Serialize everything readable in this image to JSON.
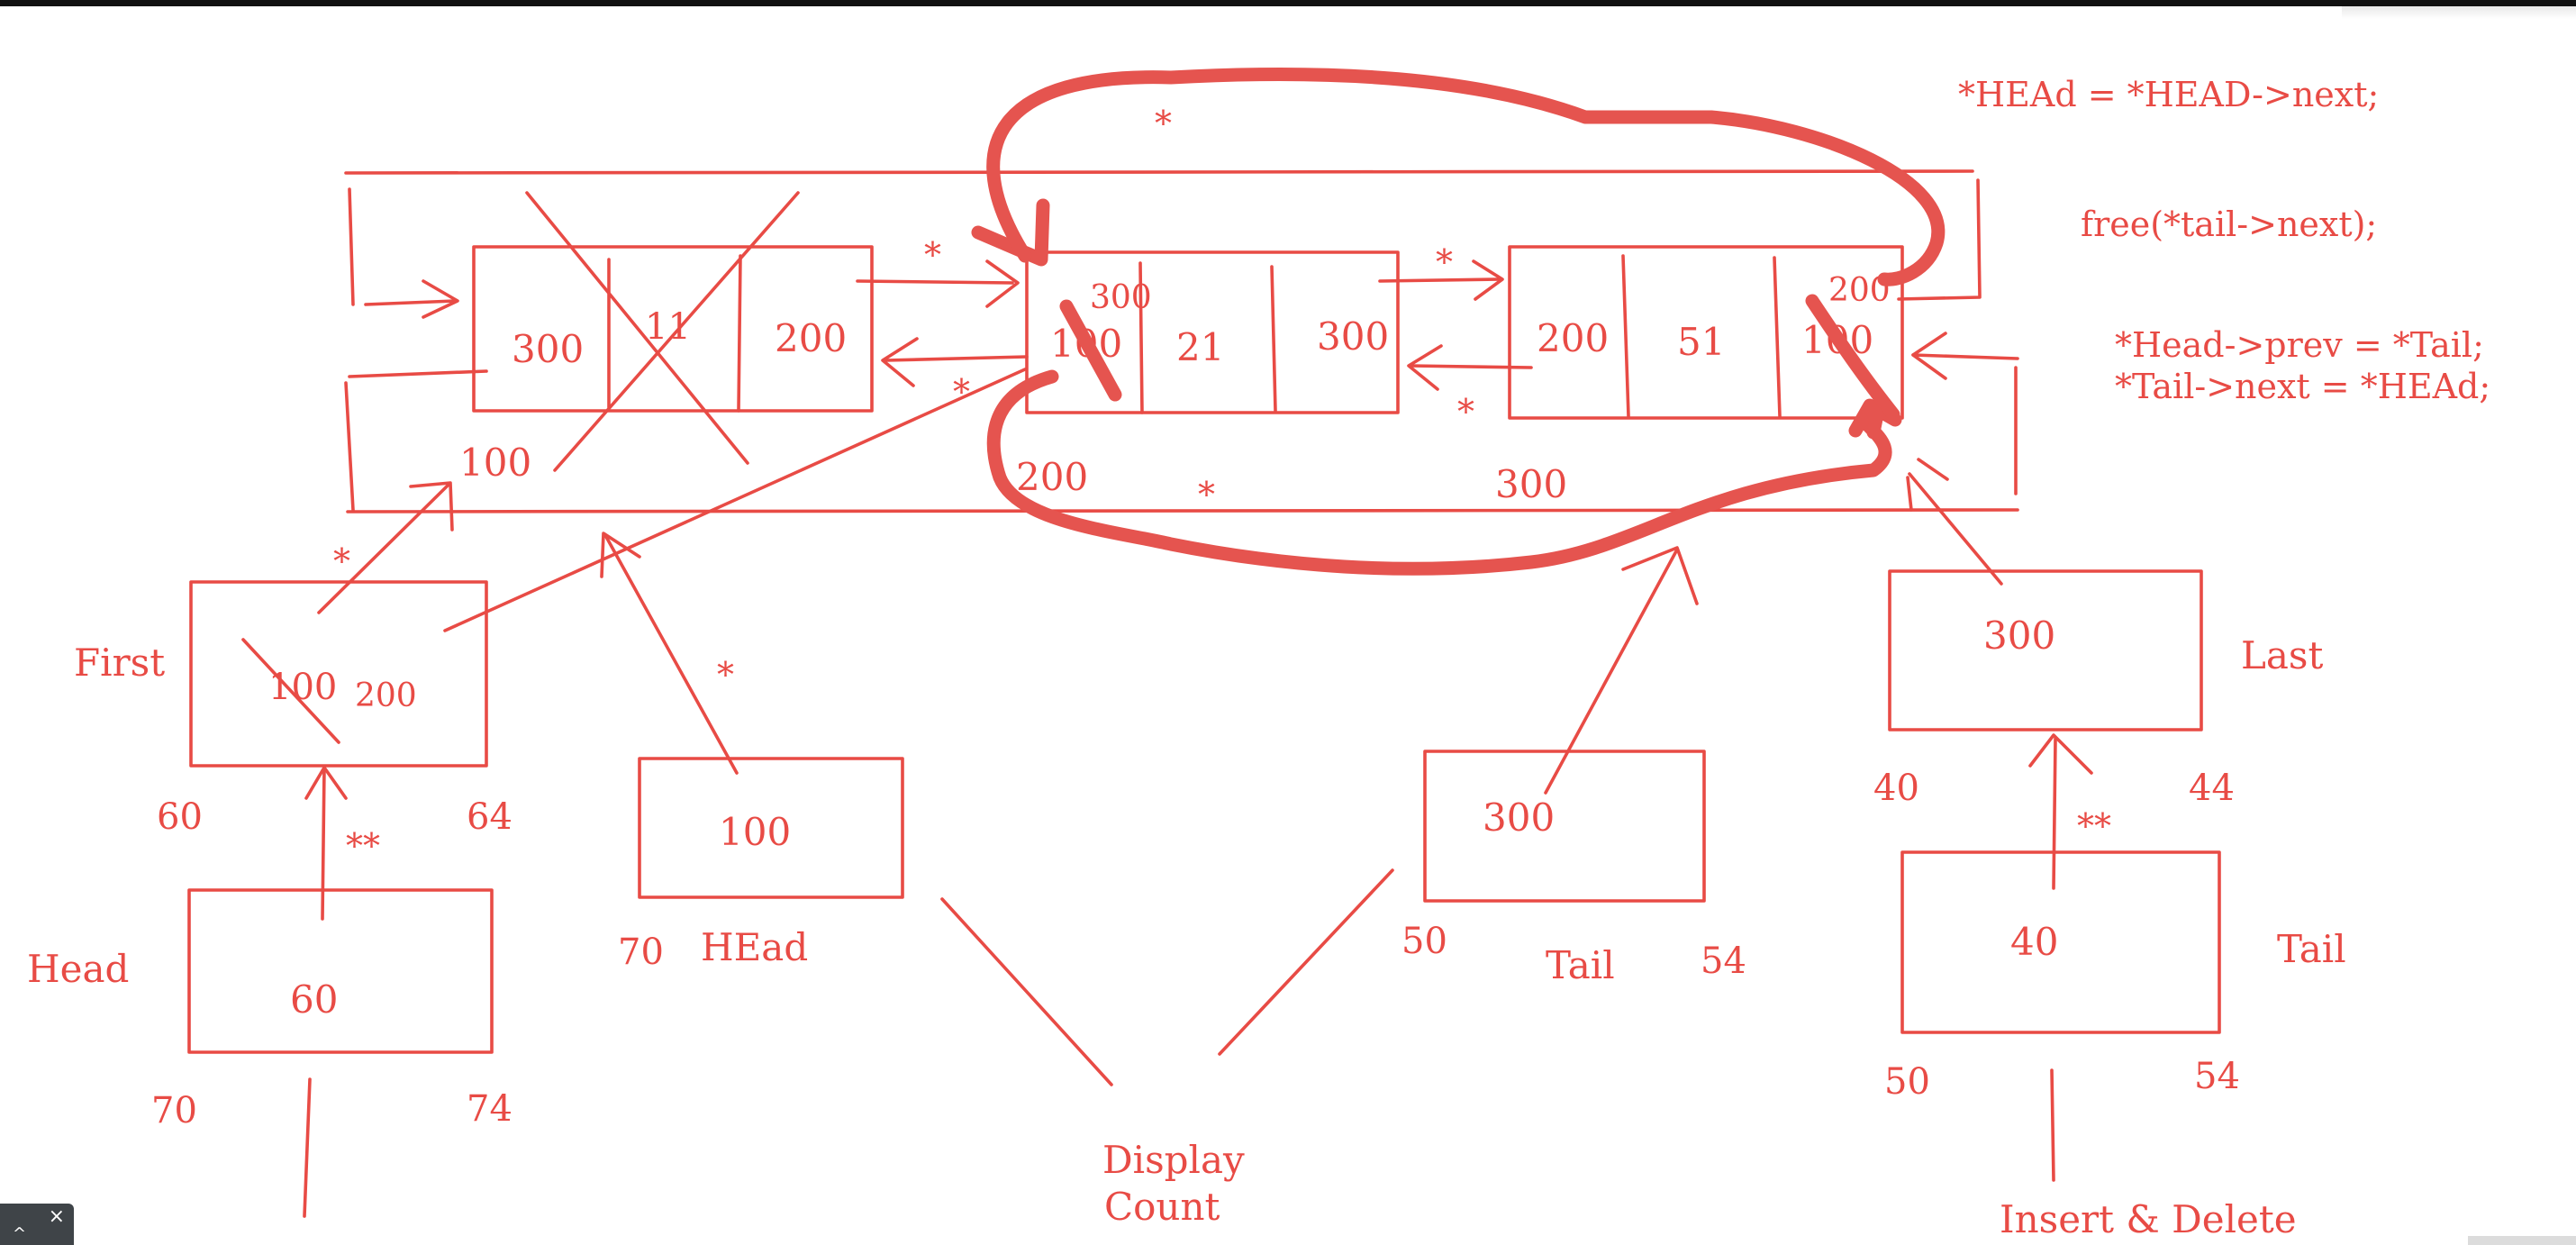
{
  "code": {
    "line1": "*HEAd = *HEAD->next;",
    "line2": "free(*tail->next);",
    "line3": "*Head->prev = *Tail;",
    "line4": "*Tail->next = *HEAd;"
  },
  "nodes": [
    {
      "prev": "300",
      "value": "11",
      "next": "200",
      "address": "100"
    },
    {
      "prev": "100",
      "value": "21",
      "next": "300",
      "address": "200",
      "note": "300"
    },
    {
      "prev": "200",
      "value": "51",
      "next": "100",
      "address": "300",
      "note": "200"
    }
  ],
  "vars": {
    "first": {
      "label": "First",
      "value_old": "100",
      "value_new": "200",
      "addr_left": "60",
      "addr_right": "64"
    },
    "head": {
      "label": "Head",
      "value": "60",
      "addr_left": "70",
      "addr_right": "74"
    },
    "head2": {
      "label": "HEad",
      "value": "100",
      "addr_left": "70"
    },
    "tail": {
      "label": "Tail",
      "value": "300",
      "addr_left": "50",
      "addr_right": "54"
    },
    "last": {
      "label": "Last",
      "value": "300",
      "addr_left": "40",
      "addr_right": "44"
    },
    "tail2": {
      "label": "Tail",
      "value": "40",
      "addr_left": "50",
      "addr_right": "54"
    }
  },
  "captions": {
    "display": "Display",
    "count": "Count",
    "insert_delete": "Insert & Delete"
  },
  "marks": {
    "star": "*",
    "double_star": "**"
  },
  "colors": {
    "ink": "#e84b45",
    "highlight": "#e5544f"
  },
  "widget": {
    "close": "×",
    "caret": "^"
  }
}
